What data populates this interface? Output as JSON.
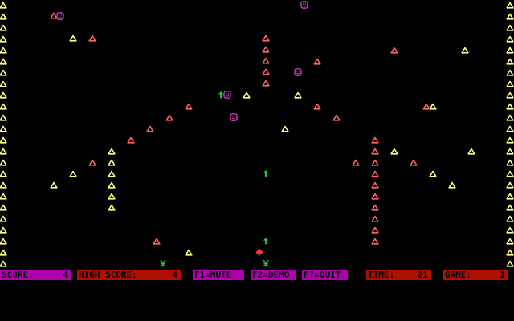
{
  "colors": {
    "background": "#000000",
    "yellow_mushroom": "#ffff80",
    "red_mushroom": "#ff6060",
    "purple": "#c040c0",
    "green": "#20c040",
    "player": "#ff3030",
    "panel_magenta": "#b000b0",
    "panel_red": "#b01000"
  },
  "icons": {
    "mushroom": "triangle-outline-icon",
    "flea": "smiley-icon",
    "spider": "yen-icon",
    "shot": "up-arrow-icon",
    "player": "spade-icon"
  },
  "status": {
    "score_label": "SCORE:",
    "score_value": "4",
    "high_label": "HIGH SCORE:",
    "high_value": "4",
    "mute": "F1=MUTE",
    "demo": "F2=DEMO",
    "quit": "F7=QUIT",
    "time_label": "TIME:",
    "time_value": "21",
    "game_label": "GAME:",
    "game_value": "1"
  }
}
